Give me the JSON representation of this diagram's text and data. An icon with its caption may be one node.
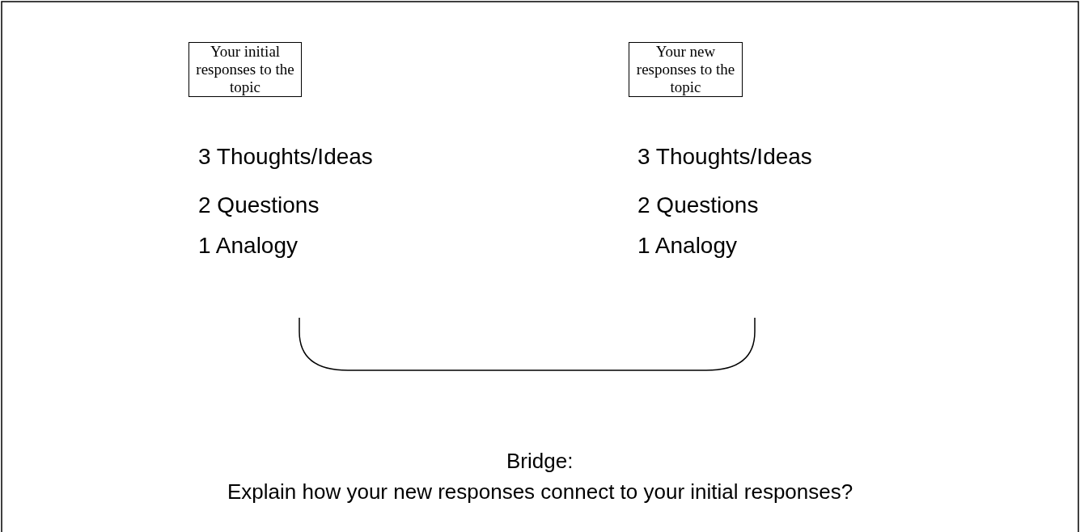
{
  "diagram": {
    "nodes": [
      {
        "text": [
          "Your initial responses to the topic"
        ]
      },
      {
        "text": [
          "Your new responses to the topic"
        ]
      }
    ],
    "edges": [],
    "labels": [
      "3 Thoughts/Ideas",
      "3 Thoughts/Ideas",
      "2 Questions",
      "2 Questions",
      "1 Analogy",
      "1 Analogy",
      "Bridge:",
      "Explain how your new responses connect to your initial responses?"
    ]
  }
}
